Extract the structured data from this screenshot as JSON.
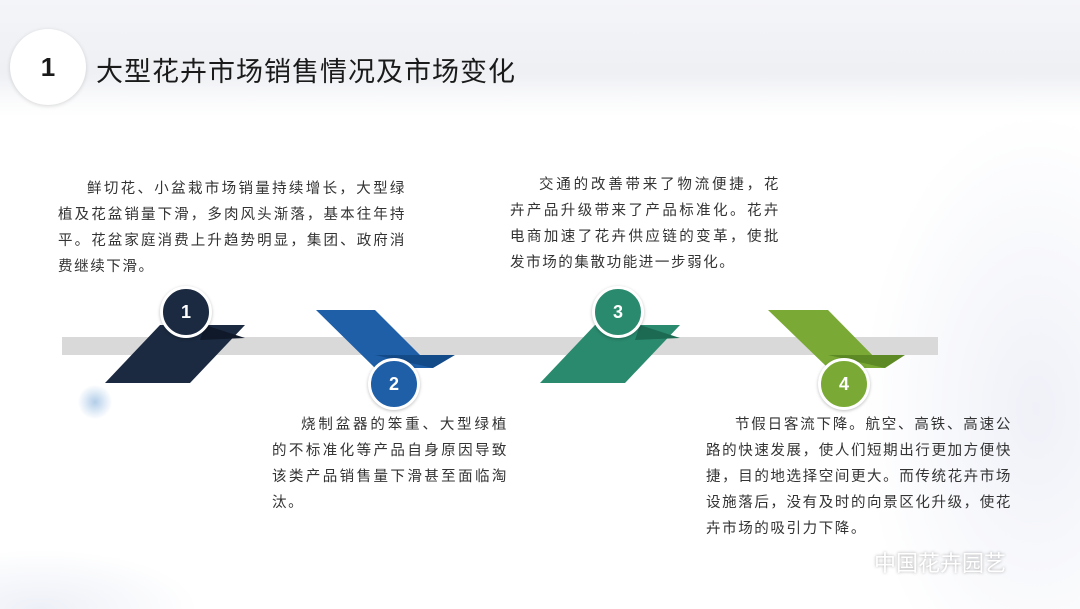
{
  "header": {
    "number": "1",
    "title": "大型花卉市场销售情况及市场变化"
  },
  "steps": [
    {
      "number": "1",
      "color": "#1b2a40",
      "text": "鲜切花、小盆栽市场销量持续增长，大型绿植及花盆销量下滑，多肉风头渐落，基本往年持平。花盆家庭消费上升趋势明显，集团、政府消费继续下滑。"
    },
    {
      "number": "2",
      "color": "#1e5fa8",
      "text": "烧制盆器的笨重、大型绿植的不标准化等产品自身原因导致该类产品销售量下滑甚至面临淘汰。"
    },
    {
      "number": "3",
      "color": "#2a8a6e",
      "text": "交通的改善带来了物流便捷，花卉产品升级带来了产品标准化。花卉电商加速了花卉供应链的变革，使批发市场的集散功能进一步弱化。"
    },
    {
      "number": "4",
      "color": "#7aaa35",
      "text": "节假日客流下降。航空、高铁、高速公路的快速发展，使人们短期出行更加方便快捷，目的地选择空间更大。而传统花卉市场设施落后，没有及时的向景区化升级，使花卉市场的吸引力下降。"
    }
  ],
  "watermark": {
    "icon": "wechat-icon",
    "text": "中国花卉园艺"
  }
}
